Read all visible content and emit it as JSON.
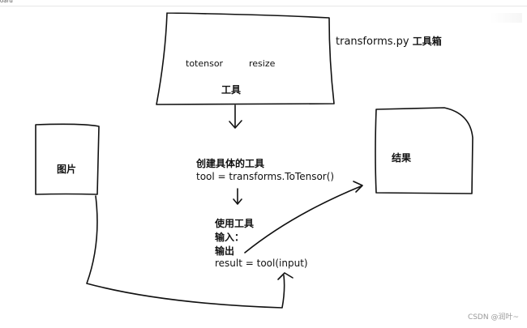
{
  "window": {
    "top_left_text": "oard"
  },
  "diagram": {
    "title_prefix": "transforms.py",
    "title_suffix": "工具箱",
    "toolbox_items": [
      "totensor",
      "resize"
    ],
    "toolbox_label": "工具",
    "image_label": "图片",
    "result_label": "结果",
    "create_heading": "创建具体的工具",
    "create_code": "tool = transforms.ToTensor()",
    "use_heading": "使用工具",
    "use_input": "输入：",
    "use_output": "输出",
    "use_code": "result = tool(input)"
  },
  "watermark": "CSDN @润叶~",
  "colors": {
    "ink": "#111111",
    "watermark": "#9a9a9a"
  }
}
